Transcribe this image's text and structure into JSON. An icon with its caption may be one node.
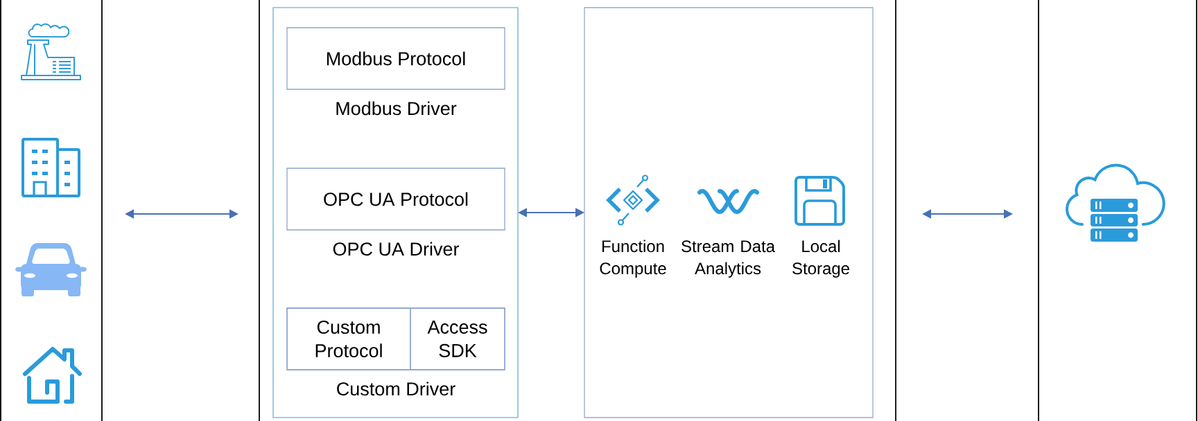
{
  "diagram": {
    "nodes": [
      {
        "text": [],
        "shape": "box"
      },
      {
        "text": [],
        "shape": "box"
      },
      {
        "text": [],
        "shape": "box",
        "in": 1
      },
      {
        "text": [
          "Modbus Protocol"
        ],
        "beside": [
          "Modbus Driver"
        ],
        "in": 2
      },
      {
        "text": [
          "OPC UA Protocol"
        ],
        "beside": [
          "OPC UA Driver"
        ],
        "in": 2
      },
      {
        "text": [],
        "shape": "box",
        "beside": [
          "Custom Driver"
        ],
        "in": 2
      },
      {
        "text": [
          "Custom Protocol"
        ],
        "in": 5
      },
      {
        "text": [
          "Access SDK"
        ],
        "in": 5
      },
      {
        "text": [],
        "shape": "box",
        "in": 1
      },
      {
        "text": [],
        "shape": "box"
      }
    ],
    "edges": [
      {
        "from": 0,
        "to": 1,
        "arrow": "both"
      },
      {
        "from": 2,
        "to": 8,
        "arrow": "both"
      },
      {
        "from": 1,
        "to": 9,
        "arrow": "both"
      }
    ],
    "labels": [
      "Function Compute",
      "Stream Data Analytics",
      "Local Storage"
    ]
  }
}
